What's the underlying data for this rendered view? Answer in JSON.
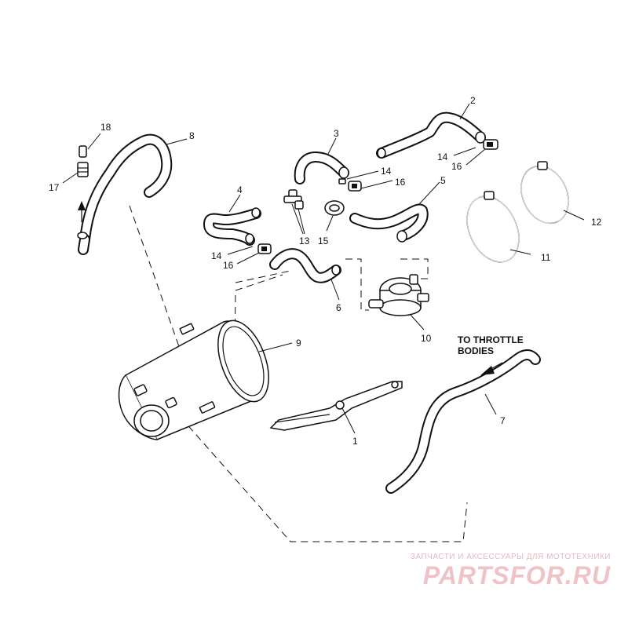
{
  "callouts": {
    "n1": "1",
    "n2": "2",
    "n3": "3",
    "n4": "4",
    "n5": "5",
    "n6": "6",
    "n7": "7",
    "n8": "8",
    "n9": "9",
    "n10": "10",
    "n11": "11",
    "n12": "12",
    "n13": "13",
    "n14a": "14",
    "n14b": "14",
    "n14c": "14",
    "n15": "15",
    "n16a": "16",
    "n16b": "16",
    "n16c": "16",
    "n17": "17",
    "n18": "18"
  },
  "annotation": {
    "line1": "TO THROTTLE",
    "line2": "BODIES"
  },
  "watermark": {
    "tagline": "ЗАПЧАСТИ И АКСЕССУАРЫ ДЛЯ МОТОТЕХНИКИ",
    "logo": "PARTSFOR.RU"
  },
  "colors": {
    "ink": "#111111",
    "background": "#ffffff",
    "watermark": "#efc3c6"
  }
}
